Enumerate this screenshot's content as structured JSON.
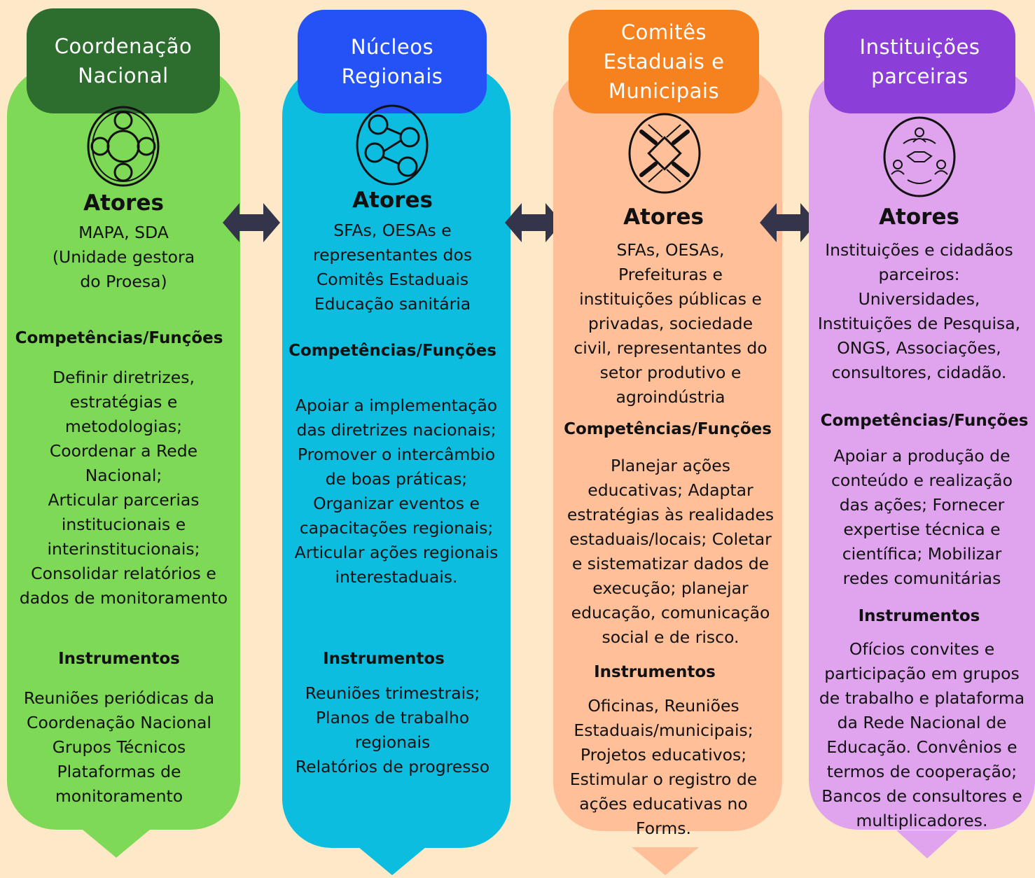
{
  "colors": {
    "background": "#fde9c8",
    "col1": "#7ed957",
    "head1": "#2d6e2f",
    "col2": "#0cbde0",
    "head2": "#2452f6",
    "col3": "#ffbf98",
    "head3": "#f5821f",
    "col4": "#e0a4ee",
    "head4": "#8b3ed8",
    "arrow": "#34344a"
  },
  "columns": [
    {
      "title": "Coordenação\nNacional",
      "icon": "group-circle-icon",
      "actors_label": "Atores",
      "actors": "MAPA, SDA\n(Unidade gestora\ndo Proesa)",
      "functions_label": "Competências/Funções",
      "functions": "Definir diretrizes,\nestratégias e\nmetodologias;\nCoordenar a Rede\nNacional;\nArticular parcerias\ninstitucionais e\ninterinstitucionais;\nConsolidar relatórios e\ndados de monitoramento",
      "instruments_label": "Instrumentos",
      "instruments": "Reuniões periódicas da\nCoordenação Nacional\nGrupos Técnicos\nPlataformas de\nmonitoramento"
    },
    {
      "title": "Núcleos\nRegionais",
      "icon": "network-people-icon",
      "actors_label": "Atores",
      "actors": "SFAs, OESAs e\nrepresentantes dos\nComitês Estaduais\nEducação sanitária",
      "functions_label": "Competências/Funções",
      "functions": "Apoiar a implementação\ndas diretrizes nacionais;\nPromover o intercâmbio\nde boas práticas;\nOrganizar eventos e\ncapacitações regionais;\nArticular ações regionais\ninterestaduais.",
      "instruments_label": "Instrumentos",
      "instruments": "Reuniões trimestrais;\nPlanos de trabalho\nregionais\nRelatórios de progresso"
    },
    {
      "title": "Comitês\nEstaduais e\nMunicipais",
      "icon": "hands-together-icon",
      "actors_label": "Atores",
      "actors": "SFAs, OESAs,\nPrefeituras e\ninstituições públicas e\nprivadas, sociedade\ncivil, representantes do\nsetor produtivo e\nagroindústria",
      "functions_label": "Competências/Funções",
      "functions": "Planejar ações\neducativas; Adaptar\nestratégias às realidades\nestaduais/locais; Coletar\ne sistematizar dados de\nexecução; planejar\neducação, comunicação\nsocial e de risco.",
      "instruments_label": "Instrumentos",
      "instruments": "Oficinas, Reuniões\nEstaduais/municipais;\nProjetos educativos;\nEstimular o registro de\nações educativas no\nForms."
    },
    {
      "title": "Instituições\nparceiras",
      "icon": "handshake-cycle-icon",
      "actors_label": "Atores",
      "actors": "Instituições e cidadãos\nparceiros:\nUniversidades,\nInstituições de Pesquisa,\nONGS, Associações,\nconsultores, cidadão.",
      "functions_label": "Competências/Funções",
      "functions": "Apoiar a produção de\nconteúdo e realização\ndas ações; Fornecer\nexpertise técnica e\ncientífica; Mobilizar\nredes comunitárias",
      "instruments_label": "Instrumentos",
      "instruments": "Ofícios convites e\nparticipação em grupos\nde trabalho e plataforma\nda Rede Nacional de\nEducação. Convênios e\ntermos de cooperação;\nBancos de consultores e\nmultiplicadores."
    }
  ]
}
